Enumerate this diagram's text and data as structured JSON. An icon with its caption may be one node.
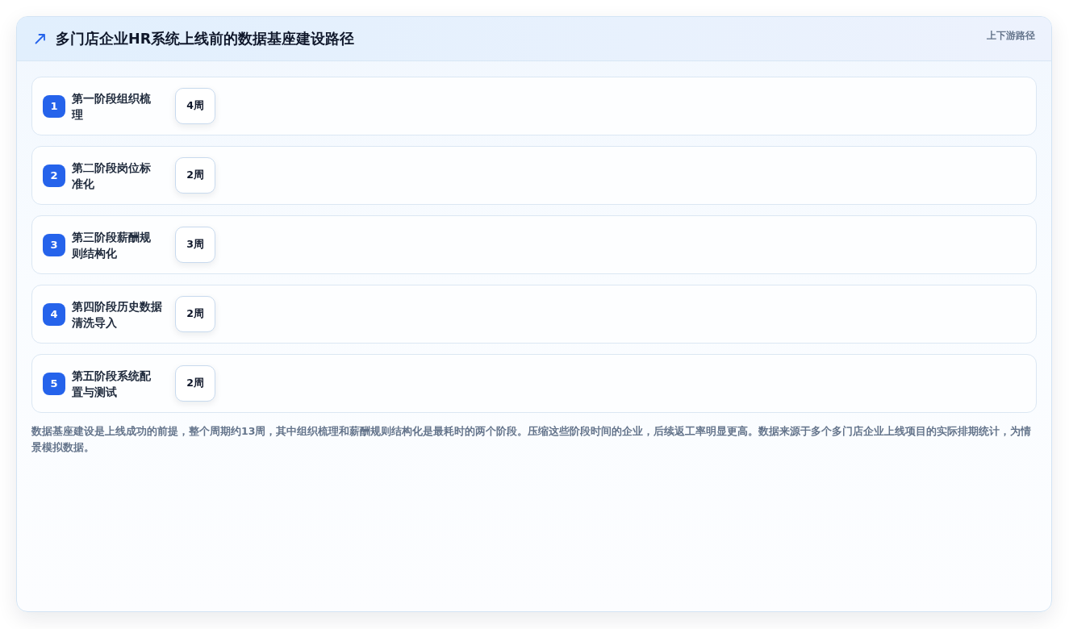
{
  "diagram": {
    "title": "多门店企业HR系统上线前的数据基座建设路径",
    "nodes": [
      {
        "text": [
          "第一阶段组织梳理"
        ]
      },
      {
        "text": [
          "1"
        ],
        "in": 0
      },
      {
        "text": [
          "4周"
        ],
        "in": 0
      },
      {
        "text": [
          "第二阶段岗位标准化"
        ]
      },
      {
        "text": [
          "2"
        ],
        "in": 3
      },
      {
        "text": [
          "2周"
        ],
        "in": 3
      },
      {
        "text": [
          "第三阶段薪酬规则结构化"
        ]
      },
      {
        "text": [
          "3"
        ],
        "in": 6
      },
      {
        "text": [
          "3周"
        ],
        "in": 6
      },
      {
        "text": [
          "第四阶段历史数据清洗导入"
        ]
      },
      {
        "text": [
          "4"
        ],
        "in": 9
      },
      {
        "text": [
          "2周"
        ],
        "in": 9
      },
      {
        "text": [
          "第五阶段系统配置与测试"
        ]
      },
      {
        "text": [
          "5"
        ],
        "in": 12
      },
      {
        "text": [
          "2周"
        ],
        "in": 12
      }
    ],
    "labels": [
      "上下游路径"
    ],
    "caption": "数据基座建设是上线成功的前提，整个周期约13周，其中组织梳理和薪酬规则结构化是最耗时的两个阶段。压缩这些阶段时间的企业，后续返工率明显更高。数据来源于多个多门店企业上线项目的实际排期统计，为情景模拟数据。"
  }
}
